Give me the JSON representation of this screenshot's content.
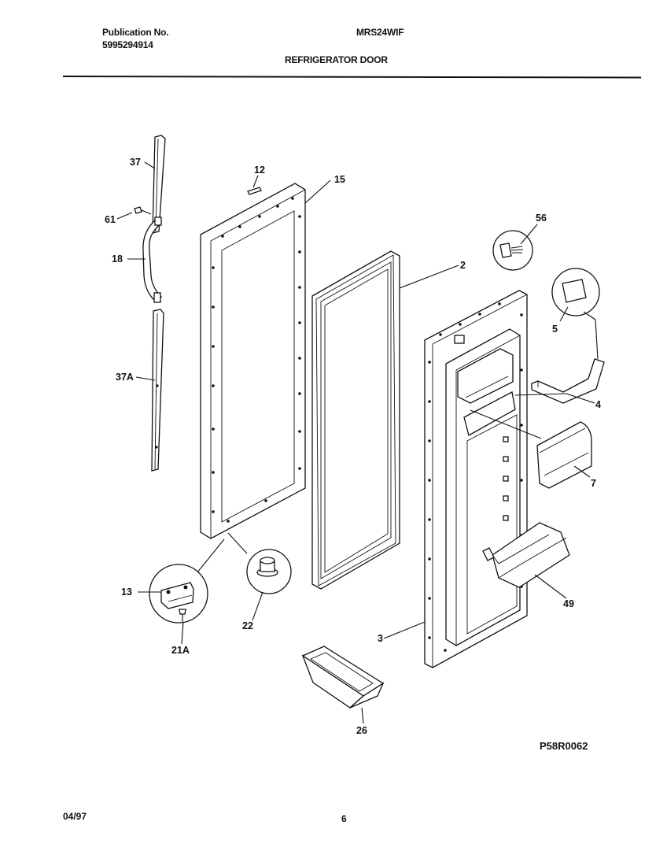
{
  "header": {
    "publication_label": "Publication No.",
    "publication_number": "5995294914",
    "model": "MRS24WIF",
    "section_title": "REFRIGERATOR DOOR"
  },
  "callouts": {
    "p37": "37",
    "p61": "61",
    "p18": "18",
    "p37a": "37A",
    "p12": "12",
    "p15": "15",
    "p2": "2",
    "p56": "56",
    "p5": "5",
    "p4": "4",
    "p7": "7",
    "p49": "49",
    "p3": "3",
    "p13": "13",
    "p21a": "21A",
    "p22": "22",
    "p26": "26"
  },
  "footer": {
    "drawing_code": "P58R0062",
    "date": "04/97",
    "page_number": "6"
  }
}
